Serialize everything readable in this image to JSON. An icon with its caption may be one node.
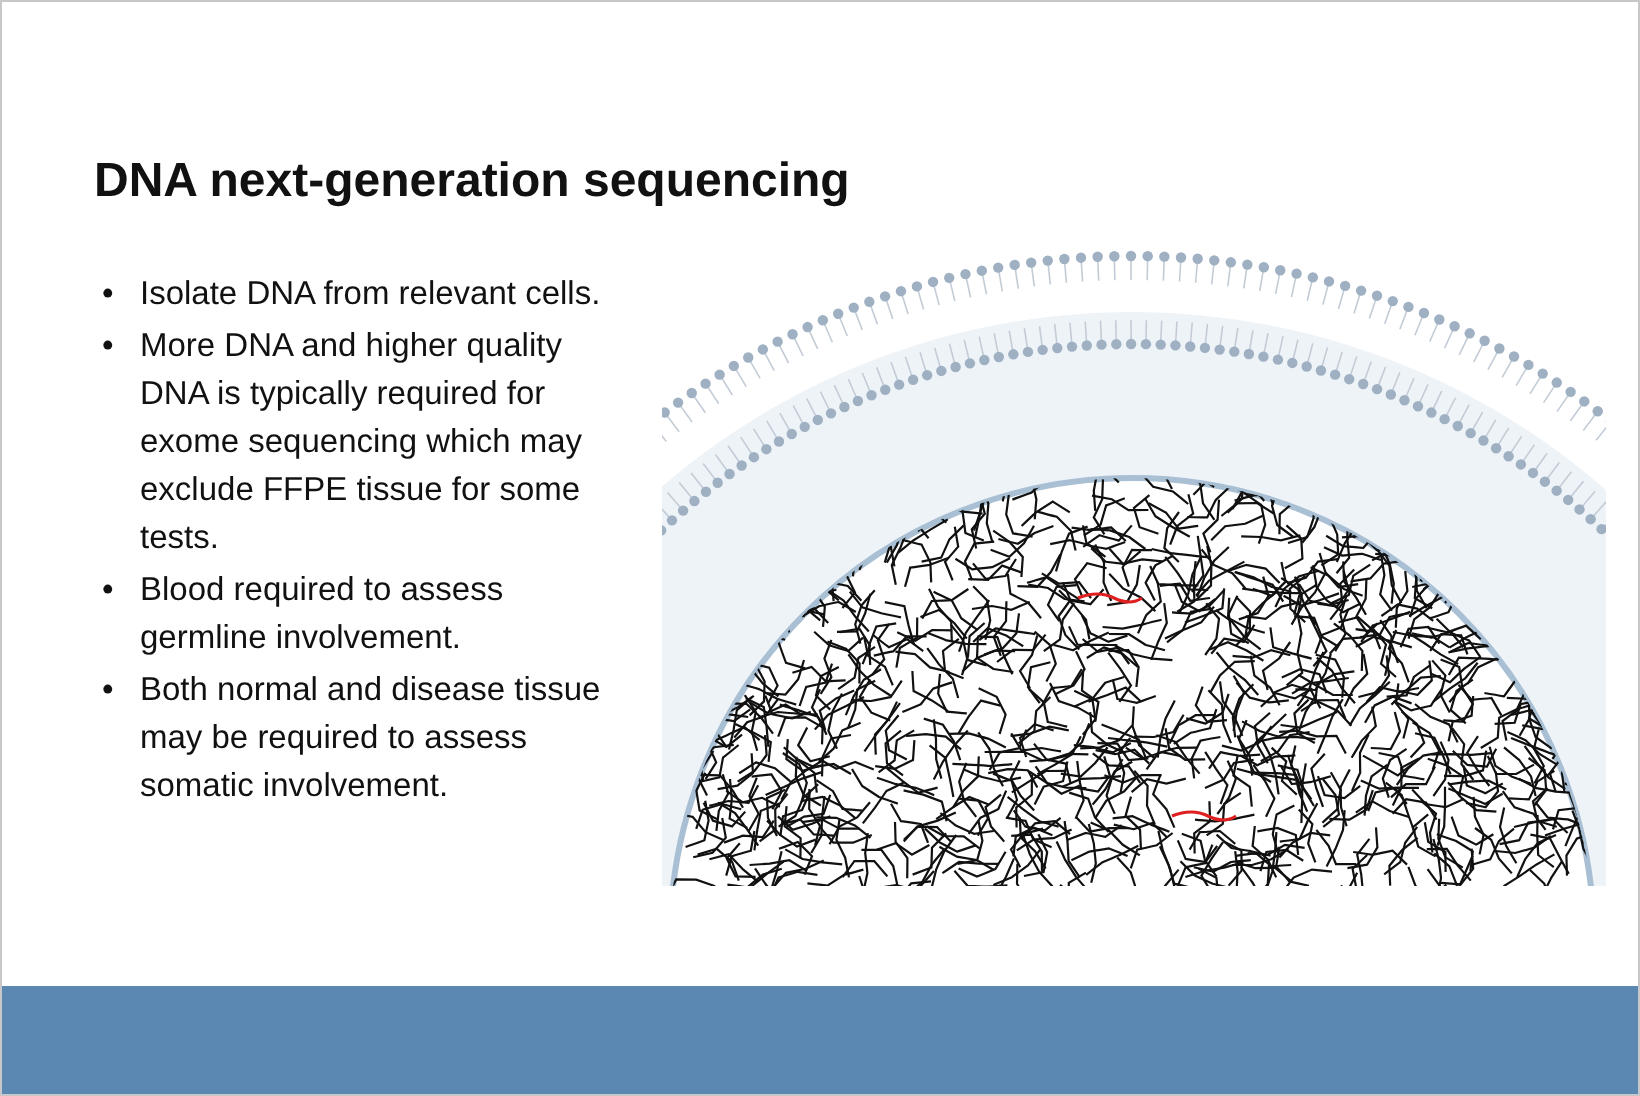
{
  "diagram": {
    "title": "DNA next-generation sequencing",
    "labels": [
      "•",
      "Isolate DNA from relevant cells.",
      "•",
      "More DNA and higher quality DNA is typically required for exome sequencing which may exclude FFPE tissue for some tests.",
      "•",
      "Blood required to assess germline involvement.",
      "•",
      "Both normal and disease tissue may be required to assess somatic involvement."
    ]
  }
}
